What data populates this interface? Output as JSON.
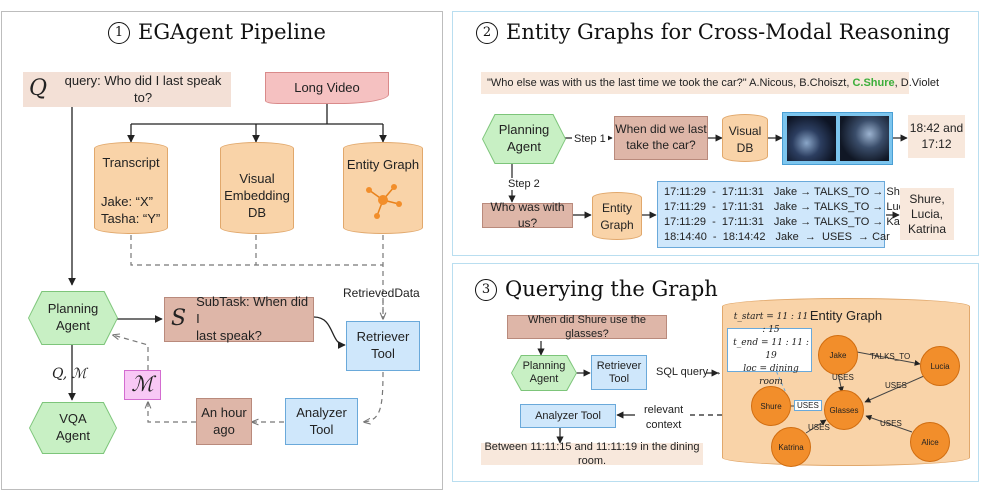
{
  "panel1": {
    "title": "EGAgent Pipeline",
    "number": "1",
    "query_symbol": "Q",
    "query_label": "query: Who did I last speak to?",
    "long_video": "Long Video",
    "transcript_title": "Transcript",
    "transcript_line1": "Jake: “X”",
    "transcript_line2": "Tasha: “Y”",
    "visual_db_line1": "Visual",
    "visual_db_line2": "Embedding",
    "visual_db_line3": "DB",
    "entity_graph": "Entity Graph",
    "retrieved_data": "RetrievedData",
    "planning_line1": "Planning",
    "planning_line2": "Agent",
    "subtask_symbol": "S",
    "subtask_line1": "SubTask: When did I",
    "subtask_line2": "last speak?",
    "retriever_line1": "Retriever",
    "retriever_line2": "Tool",
    "q_m_label": "Q, ℳ",
    "memory_symbol": "ℳ",
    "vqa_line1": "VQA",
    "vqa_line2": "Agent",
    "hour_line1": "An hour",
    "hour_line2": "ago",
    "analyzer_line1": "Analyzer",
    "analyzer_line2": "Tool"
  },
  "panel2": {
    "title": "Entity Graphs for Cross-Modal Reasoning",
    "number": "2",
    "question_prefix": "\"Who else was with us the last time we took the car?\" A.Nicous, B.Choiszt, ",
    "question_correct": "C.Shure",
    "question_suffix": ", D.Violet",
    "planning_line1": "Planning",
    "planning_line2": "Agent",
    "step1": "Step 1",
    "step2": "Step 2",
    "q1_line1": "When did we last",
    "q1_line2": "take the car?",
    "visual_db_line1": "Visual",
    "visual_db_line2": "DB",
    "time_line1": "18:42 and",
    "time_line2": "17:12",
    "q2": "Who was with us?",
    "entity_graph_line1": "Entity",
    "entity_graph_line2": "Graph",
    "rows": [
      {
        "time": "17:11:29  -  17:11:31",
        "rel": "Jake → TALKS_TO → Shure"
      },
      {
        "time": "17:11:29  -  17:11:31",
        "rel": "Jake → TALKS_TO → Lucia"
      },
      {
        "time": "17:11:29  -  17:11:31",
        "rel": "Jake → TALKS_TO → Katrina"
      },
      {
        "time": "18:14:40  -  18:14:42",
        "rel": "Jake  →  USES  → Car"
      }
    ],
    "answer_line1": "Shure,",
    "answer_line2": "Lucia,",
    "answer_line3": "Katrina",
    "correct_color": "#3cae3a"
  },
  "panel3": {
    "title": "Querying the Graph",
    "number": "3",
    "question": "When did Shure use the glasses?",
    "planning_line1": "Planning",
    "planning_line2": "Agent",
    "retriever_line1": "Retriever",
    "retriever_line2": "Tool",
    "sql_query": "SQL query  →",
    "analyzer": "Analyzer Tool",
    "relevant_line1": "relevant",
    "relevant_line2": "context",
    "answer": "Between 11:11:15 and 11:11:19 in the dining room.",
    "entity_graph_title": "Entity Graph",
    "t_start": "t_start = 11 : 11 : 15",
    "t_end": "t_end = 11 : 11 : 19",
    "loc": "loc = dining room",
    "nodes": [
      "Jake",
      "Lucia",
      "Shure",
      "Glasses",
      "Katrina",
      "Alice"
    ],
    "edges": [
      "TALKS_TO",
      "USES",
      "USES",
      "USES",
      "USES",
      "USES"
    ]
  }
}
